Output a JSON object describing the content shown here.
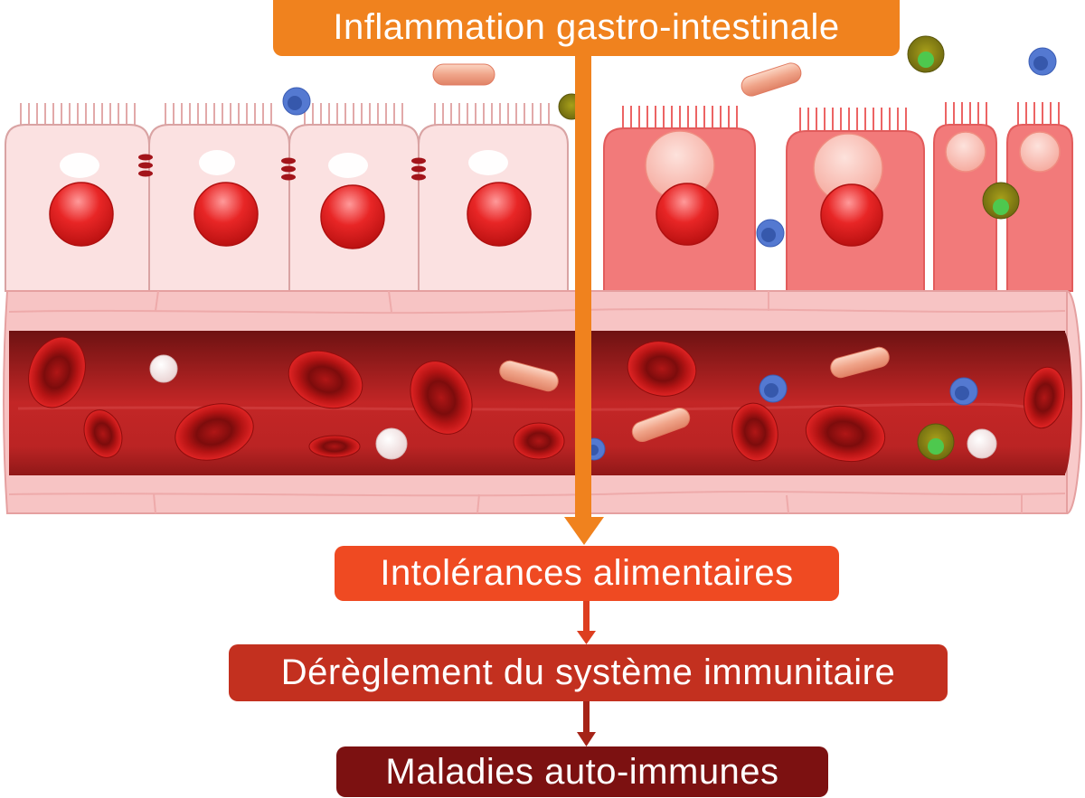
{
  "diagram": {
    "top_label": "Inflammation gastro-intestinale",
    "steps": [
      {
        "label": "Intolérances alimentaires"
      },
      {
        "label": "Dérèglement du système immunitaire"
      },
      {
        "label": "Maladies auto-immunes"
      }
    ]
  },
  "colors": {
    "inflammation": "#f0821e",
    "intolerances": "#ef4a22",
    "dereglement": "#c3301f",
    "maladies": "#7c1111",
    "healthy_cell": "#fbe1e1",
    "inflamed_cell": "#f27a7a",
    "vessel_wall": "#f7c4c4"
  }
}
